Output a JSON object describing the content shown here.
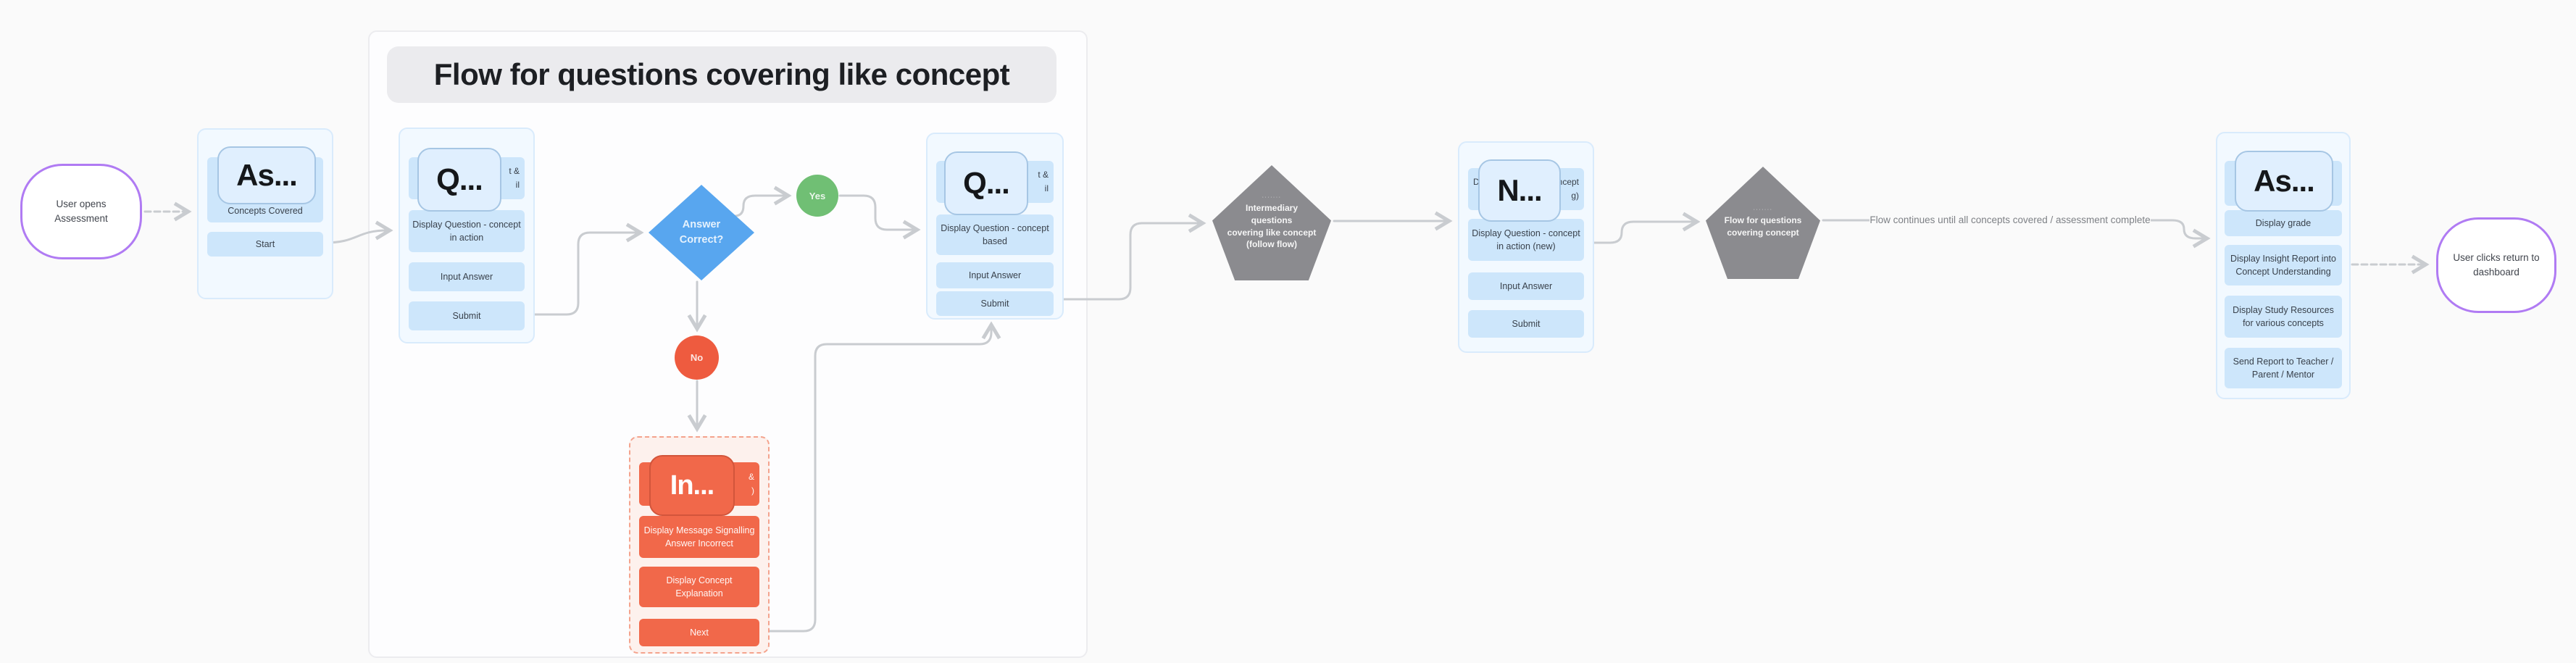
{
  "frame": {
    "title": "Flow for questions covering like concept"
  },
  "nodes": {
    "start_oval": {
      "label": "User opens Assessment"
    },
    "assessment_card": {
      "title": "As...",
      "header_caption": "Concepts Covered",
      "rows": [
        "Start"
      ]
    },
    "q1_card": {
      "title": "Q...",
      "header_fragments": [
        "t &",
        "il"
      ],
      "rows": [
        "Display Question - concept\nin action",
        "Input Answer",
        "Submit"
      ]
    },
    "decision_diamond": {
      "label": "Answer\nCorrect?"
    },
    "yes_circle": {
      "label": "Yes"
    },
    "no_circle": {
      "label": "No"
    },
    "q2_card": {
      "title": "Q...",
      "header_fragments": [
        "t &",
        "il"
      ],
      "rows": [
        "Display Question - concept\nbased",
        "Input Answer",
        "Submit"
      ]
    },
    "incorrect_card": {
      "title": "In...",
      "header_fragments": [
        "&",
        ")"
      ],
      "rows": [
        "Display Message Signalling\nAnswer Incorrect",
        "Display Concept\nExplanation",
        "Next"
      ]
    },
    "pentagon_intermediary": {
      "micro_label": "·······",
      "label": "Intermediary\nquestions\ncovering like concept\n(follow flow)"
    },
    "n_card": {
      "title": "N...",
      "header_fragment_left": "D",
      "header_fragments": [
        "ncept",
        "g)"
      ],
      "rows": [
        "Display Question - concept\nin action (new)",
        "Input Answer",
        "Submit"
      ]
    },
    "pentagon_flow": {
      "micro_label": "·······",
      "label": "Flow for questions\ncovering concept"
    },
    "report_card": {
      "title": "As...",
      "rows": [
        "Display grade",
        "Display Insight Report into\nConcept Understanding",
        "Display Study Resources\nfor various concepts",
        "Send Report to Teacher /\nParent / Mentor"
      ]
    },
    "end_oval": {
      "label": "User clicks return to\ndashboard"
    }
  },
  "edges": {
    "loop_label": "Flow continues until all concepts covered / assessment complete"
  },
  "colors": {
    "canvas_bg": "#fafafa",
    "frame_bg": "#fdfdfe",
    "frame_title_bg": "#ebebee",
    "card_blue_bg": "#f2f9ff",
    "card_blue_border": "#d9ebfc",
    "row_blue": "#cde6fb",
    "pill_blue": "#e0effe",
    "pill_blue_border": "#a6c6e4",
    "card_red_bg": "#fdf1ed",
    "card_red_border": "#f4a38d",
    "row_red": "#f1684a",
    "diamond_blue": "#58a6ef",
    "yes_green": "#70bf74",
    "no_red": "#ee5b3f",
    "pentagon_gray": "#8b8b8f",
    "oval_purple_border": "#b07bf3",
    "arrow_gray": "#c9ccd0"
  }
}
